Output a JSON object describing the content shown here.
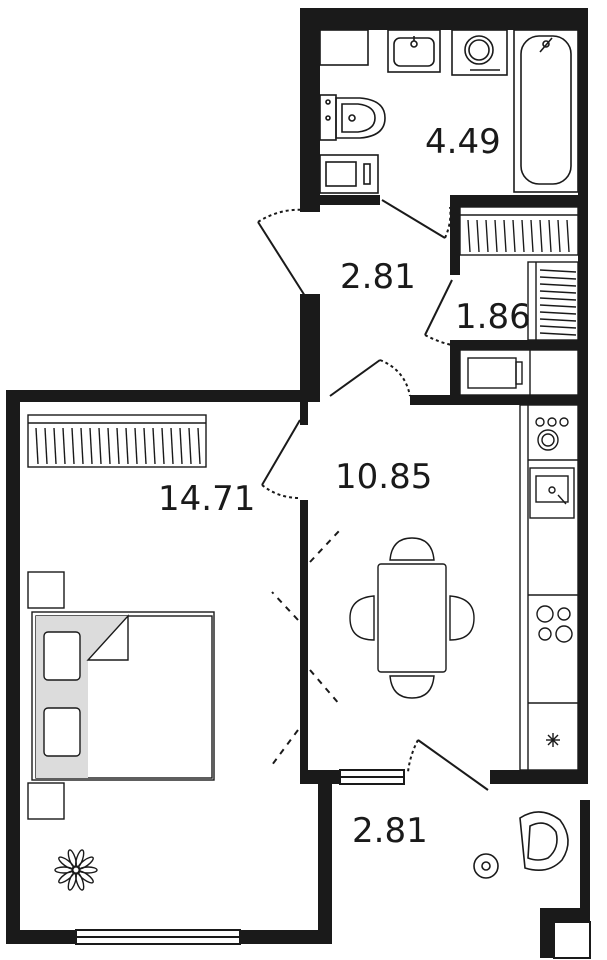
{
  "rooms": [
    {
      "id": "bathroom",
      "area": "4.49"
    },
    {
      "id": "hallway",
      "area": "2.81"
    },
    {
      "id": "storage",
      "area": "1.86"
    },
    {
      "id": "bedroom",
      "area": "14.71"
    },
    {
      "id": "kitchen",
      "area": "10.85"
    },
    {
      "id": "balcony",
      "area": "2.81"
    }
  ],
  "colors": {
    "wall": "#1a1a1a",
    "fixture": "#1a1a1a",
    "fill": "#dcdcdc",
    "background": "#ffffff"
  }
}
